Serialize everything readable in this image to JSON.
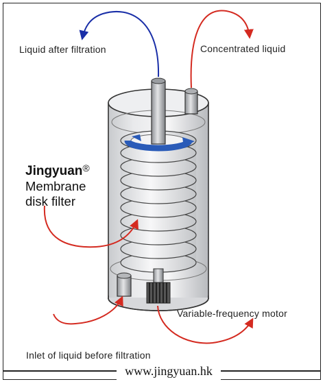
{
  "labels": {
    "liquid_after": "Liquid after filtration",
    "concentrated": "Concentrated liquid",
    "brand_name": "Jingyuan",
    "brand_mark": "®",
    "product_line1": "Membrane",
    "product_line2": "disk filter",
    "motor": "Variable-frequency motor",
    "inlet": "Inlet of liquid before filtration"
  },
  "footer": {
    "url": "www.jingyuan.hk"
  },
  "colors": {
    "outlet_arrow": "#1a2fa8",
    "concentrate_arrow": "#d42a20",
    "pointer_arrow": "#d42a20",
    "rotation_arrow": "#2a5bb8",
    "outline": "#333333"
  }
}
